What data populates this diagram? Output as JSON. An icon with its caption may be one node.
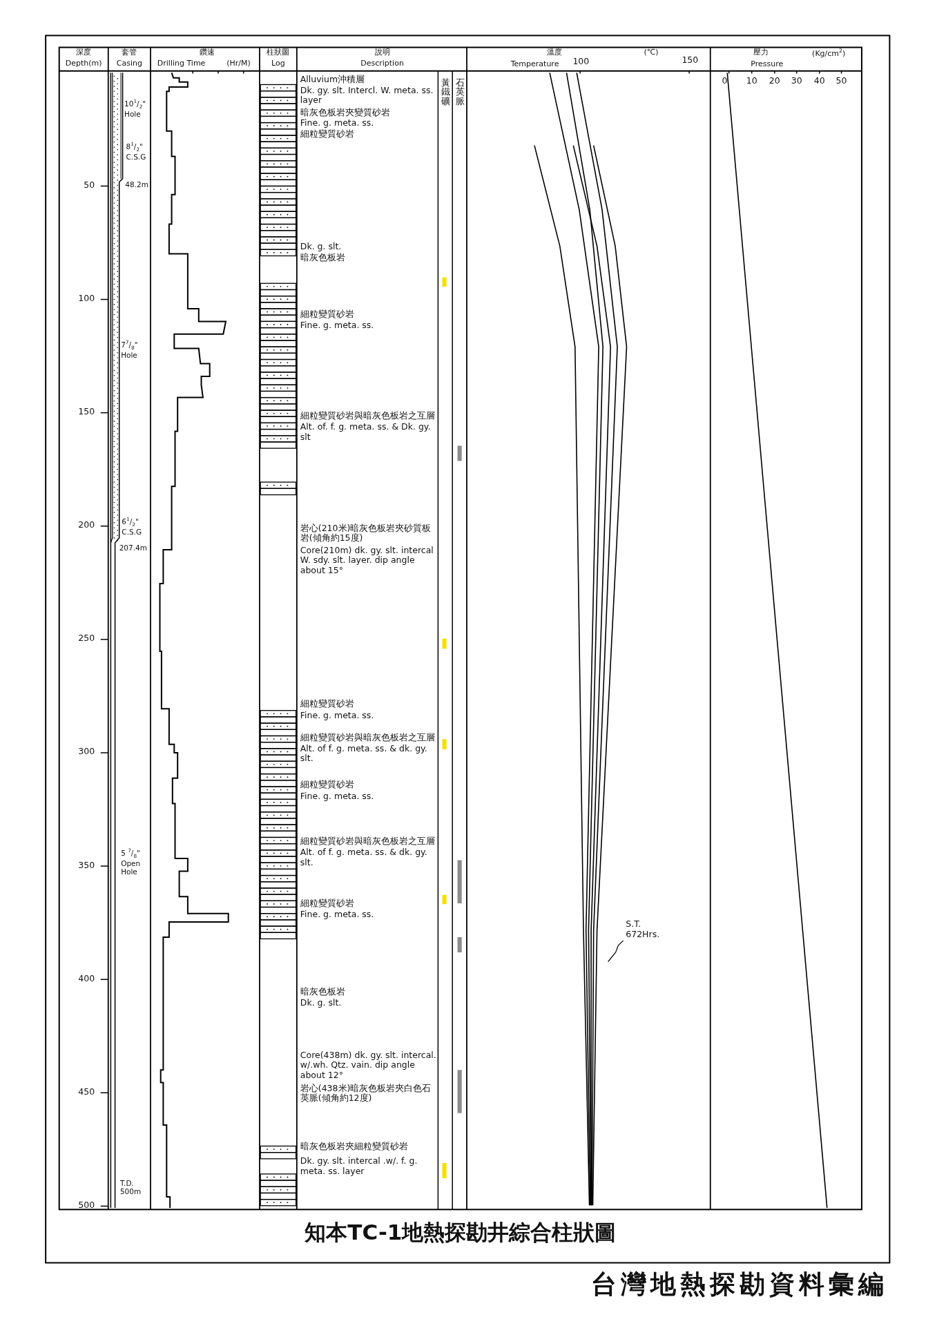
{
  "diagram": {
    "title": "知本TC-1地熱探勘井綜合柱狀圖",
    "caption": "台灣地熱探勘資料彙編",
    "nodes": [
      {
        "text": [
          "S.T. 672Hrs."
        ]
      },
      {
        "text": [],
        "shape": "line"
      }
    ],
    "edges": [
      {
        "from": 0,
        "to": 1,
        "arrow": "none"
      }
    ],
    "labels": [
      "深度",
      "Depth(m)",
      "套管",
      "Casing",
      "鑽速",
      "Drilling Time",
      "(Hr/M)",
      "柱狀圖",
      "Log",
      "說明",
      "Description",
      "溫度",
      "(℃)",
      "Temperature",
      "100",
      "150",
      "壓力",
      "(Kg/cm$^{2}$)",
      "Pressure",
      "0",
      "10",
      "20",
      "30",
      "40",
      "50",
      "黃鐵礦",
      "石英脈",
      "50",
      "100",
      "150",
      "200",
      "250",
      "300",
      "350",
      "400",
      "450",
      "500",
      "10$^{1}$/$_{2}$\" Hole",
      "8$^{1}$/$_{2}$\" C.S.G",
      "48.2m",
      "7$^{7}$/$_{8}$\" Hole",
      "6$^{1}$/$_{2}$\" C.S.G",
      "207.4m",
      "5 $^{7}$/$_{8}$\" Open Hole",
      "T.D. 500m",
      "Alluvium沖積層",
      "Dk. gy. slt. Intercl. W. meta. ss. layer",
      "暗灰色板岩夾變質砂岩",
      "Fine. g. meta. ss.",
      "細粒變質砂岩",
      "Dk. g. slt.",
      "暗灰色板岩",
      "細粒變質砂岩",
      "Fine. g. meta. ss.",
      "細粒變質砂岩與暗灰色板岩之互層",
      "Alt. of. f. g. meta. ss. & Dk. gy. slt",
      "岩心(210米)暗灰色板岩夾砂質板岩(傾角約15度)",
      "Core(210m) dk. gy. slt. intercal W. sdy. slt. layer. dip angle about 15°",
      "細粒變質砂岩",
      "Fine. g. meta. ss.",
      "細粒變質砂岩與暗灰色板岩之互層",
      "Alt. of f. g. meta. ss. & dk. gy. slt.",
      "細粒變質砂岩",
      "Fine. g. meta. ss.",
      "細粒變質砂岩與暗灰色板岩之互層",
      "Alt. of f. g. meta. ss. & dk. gy. slt.",
      "細粒變質砂岩",
      "Fine. g. meta. ss.",
      "暗灰色板岩",
      "Dk. g. slt.",
      "Core(438m) dk. gy. slt. intercal. w/.wh. Qtz. vain. dip angle about 12°",
      "岩心(438米)暗灰色板岩夾白色石英脈(傾角約12度)",
      "暗灰色板岩夾細粒變質砂岩",
      "Dk. gy. slt. intercal .w/. f. g. meta. ss. layer"
    ]
  }
}
